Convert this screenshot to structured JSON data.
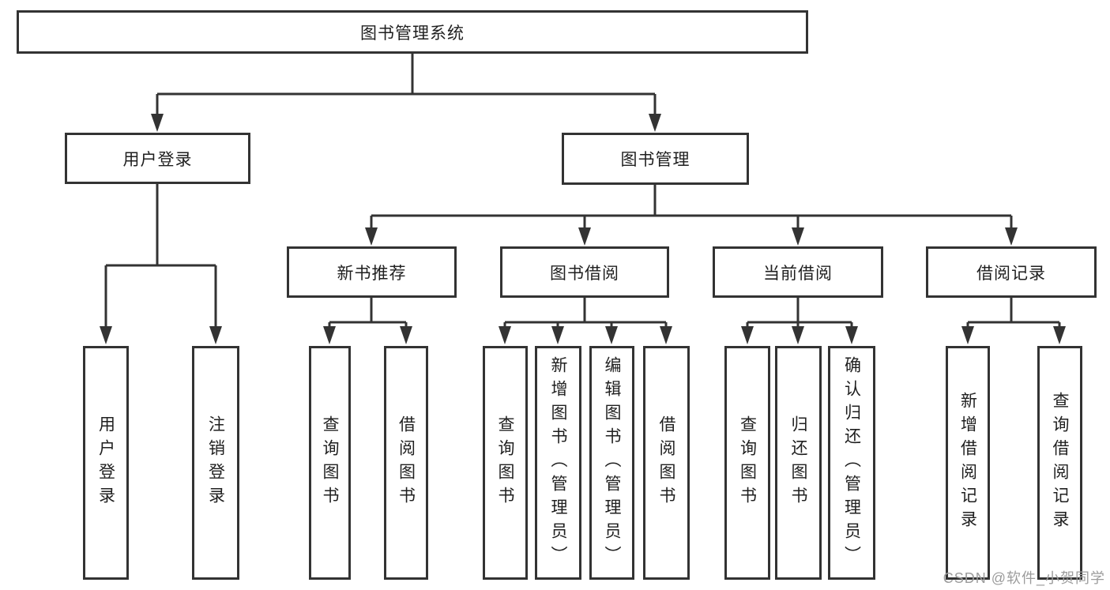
{
  "nodes": {
    "root": "图书管理系统",
    "level2": [
      "用户登录",
      "图书管理"
    ],
    "level3": [
      "新书推荐",
      "图书借阅",
      "当前借阅",
      "借阅记录"
    ],
    "login_leaves": [
      "用户登录",
      "注销登录"
    ],
    "recommend_leaves": [
      "查询图书",
      "借阅图书"
    ],
    "borrow_leaves": [
      "查询图书",
      "新增图书（管理员）",
      "编辑图书（管理员）",
      "借阅图书"
    ],
    "current_leaves": [
      "查询图书",
      "归还图书",
      "确认归还（管理员）"
    ],
    "record_leaves": [
      "新增借阅记录",
      "查询借阅记录"
    ]
  },
  "watermark": "CSDN @软件_小贺同学",
  "colors": {
    "line": "#333333",
    "box_border": "#333333",
    "text": "#1f1f1f",
    "watermark": "#9c9c9c",
    "background": "#ffffff"
  }
}
